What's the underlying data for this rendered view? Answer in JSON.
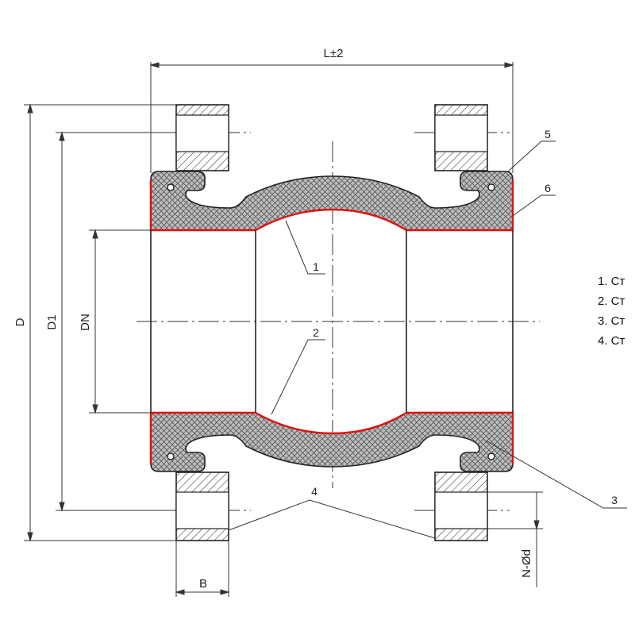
{
  "dimensions": {
    "length": "L±2",
    "outer_diameter": "D",
    "bolt_circle": "D1",
    "nominal_diameter": "DN",
    "flange_thickness": "B",
    "holes": "N-Ød"
  },
  "callouts": [
    "1",
    "2",
    "3",
    "4",
    "5",
    "6"
  ],
  "legend": [
    "1. Ст",
    "2. Ст",
    "3. Ст",
    "4. Ст"
  ],
  "colors": {
    "outline": "#222222",
    "accent_line": "#e01010"
  }
}
